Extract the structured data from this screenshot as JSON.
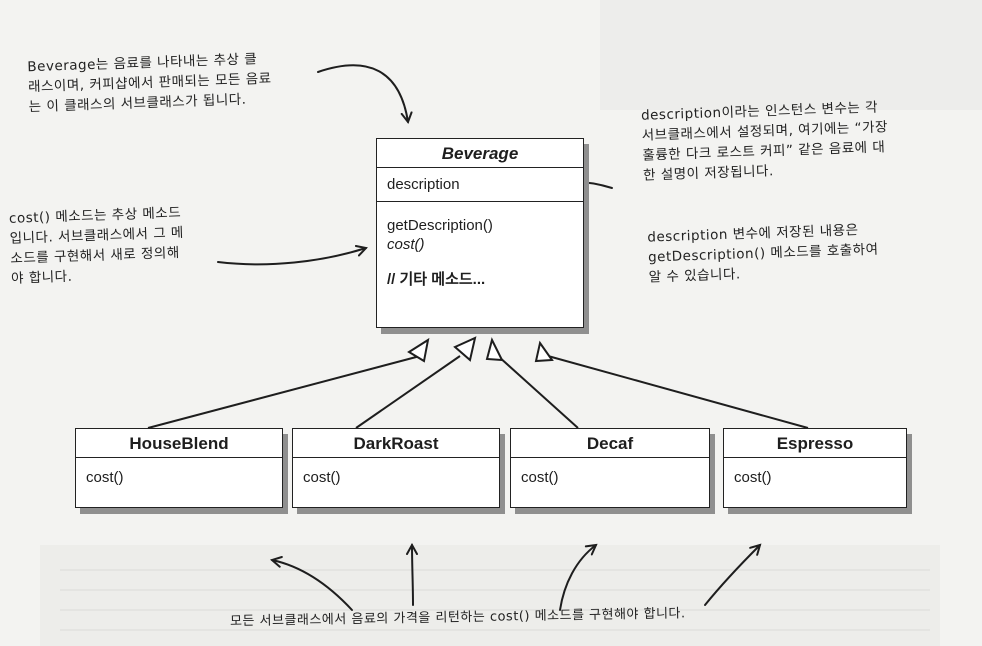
{
  "beverage": {
    "name": "Beverage",
    "attribute": "description",
    "methods": [
      "getDescription()",
      "cost()"
    ],
    "other_methods": "// 기타 메소드..."
  },
  "subclasses": [
    {
      "name": "HouseBlend",
      "method": "cost()"
    },
    {
      "name": "DarkRoast",
      "method": "cost()"
    },
    {
      "name": "Decaf",
      "method": "cost()"
    },
    {
      "name": "Espresso",
      "method": "cost()"
    }
  ],
  "notes": {
    "top_left": [
      "Beverage는 음료를 나타내는 추상 클",
      "래스이며, 커피샵에서 판매되는 모든 음료",
      "는 이 클래스의 서브클래스가 됩니다."
    ],
    "left": [
      "cost() 메소드는 추상 메소드",
      "입니다. 서브클래스에서 그 메",
      "소드를 구현해서 새로 정의해",
      "야 합니다."
    ],
    "right_1": [
      "description이라는 인스턴스 변수는 각",
      "서브클래스에서 설정되며, 여기에는 “가장",
      "훌륭한 다크 로스트 커피” 같은 음료에 대",
      "한 설명이 저장됩니다."
    ],
    "right_2": [
      "description 변수에 저장된 내용은",
      "getDescription() 메소드를 호출하여",
      "알 수 있습니다."
    ],
    "bottom": "모든 서브클래스에서 음료의 가격을 리턴하는 cost() 메소드를 구현해야 합니다."
  }
}
